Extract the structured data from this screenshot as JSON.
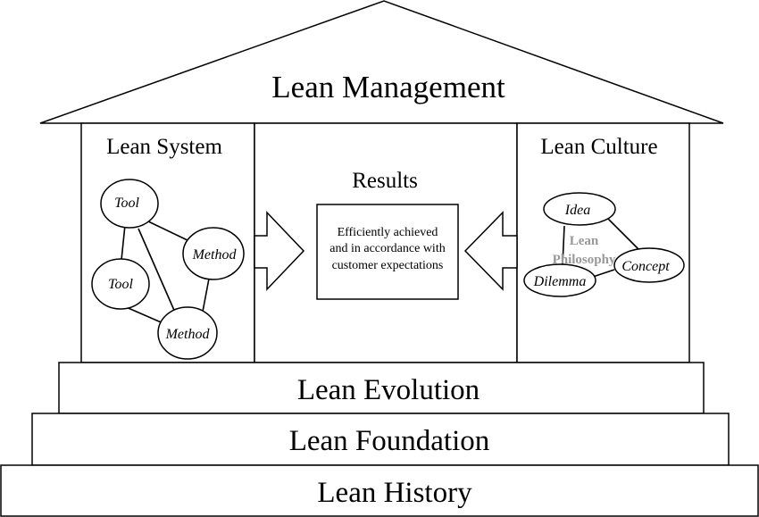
{
  "roof": {
    "title": "Lean Management"
  },
  "pillars": {
    "system": {
      "title": "Lean System",
      "nodes": {
        "tool_top": "Tool",
        "method_right": "Method",
        "tool_left": "Tool",
        "method_bottom": "Method"
      }
    },
    "results": {
      "title": "Results",
      "box_lines": [
        "Efficiently achieved",
        "and in accordance with",
        "customer expectations"
      ]
    },
    "culture": {
      "title": "Lean Culture",
      "nodes": {
        "idea": "Idea",
        "concept": "Concept",
        "dilemma": "Dilemma"
      },
      "center_label_lines": [
        "Lean",
        "Philosophy"
      ],
      "center_label_color": "#999999"
    }
  },
  "steps": {
    "evolution": "Lean Evolution",
    "foundation": "Lean Foundation",
    "history": "Lean History"
  }
}
